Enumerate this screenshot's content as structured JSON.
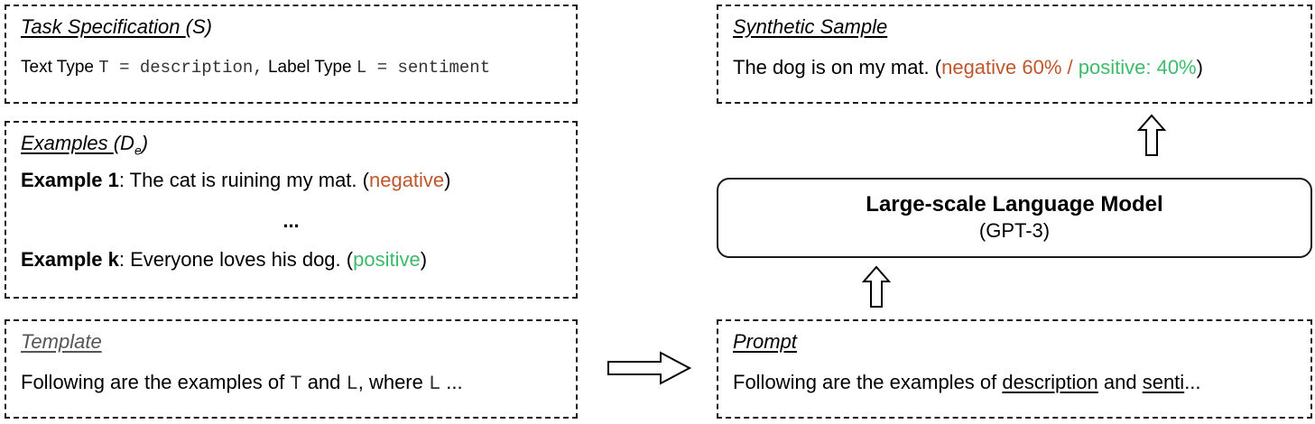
{
  "task_spec": {
    "title": "Task Specification",
    "title_suffix": "(S)",
    "text_type_label": "Text Type",
    "text_type_expr": "T = description,",
    "label_type_label": "Label Type",
    "label_type_expr": "L = sentiment"
  },
  "examples": {
    "title": "Examples",
    "title_suffix_main": "(D",
    "title_suffix_sub": "e",
    "title_suffix_close": ")",
    "items": [
      {
        "label": "Example 1",
        "text": ": The cat is ruining my mat. (",
        "sentiment": "negative",
        "close": ")"
      },
      {
        "label": "Example k",
        "text": ": Everyone loves his dog. (",
        "sentiment": "positive",
        "close": ")"
      }
    ],
    "ellipsis": "..."
  },
  "template": {
    "title": "Template",
    "text_1": "Following are the examples of ",
    "var_t": "T",
    "text_2": " and ",
    "var_l": "L",
    "text_3": ", where ",
    "var_l2": "L",
    "text_4": " ..."
  },
  "synthetic": {
    "title": "Synthetic Sample",
    "text": "The dog is on my mat. (",
    "negative": "negative 60% / ",
    "positive": "positive: 40%",
    "close": ")"
  },
  "llm": {
    "title": "Large-scale Language Model",
    "subtitle": "(GPT-3)"
  },
  "prompt": {
    "title": "Prompt",
    "text_1": "Following are the examples of ",
    "word_1": "description",
    "text_2": " and ",
    "word_2": "senti",
    "text_3": "..."
  },
  "colors": {
    "negative": "#c0562b",
    "positive": "#3dbb6b",
    "border": "#1a1a1a"
  }
}
